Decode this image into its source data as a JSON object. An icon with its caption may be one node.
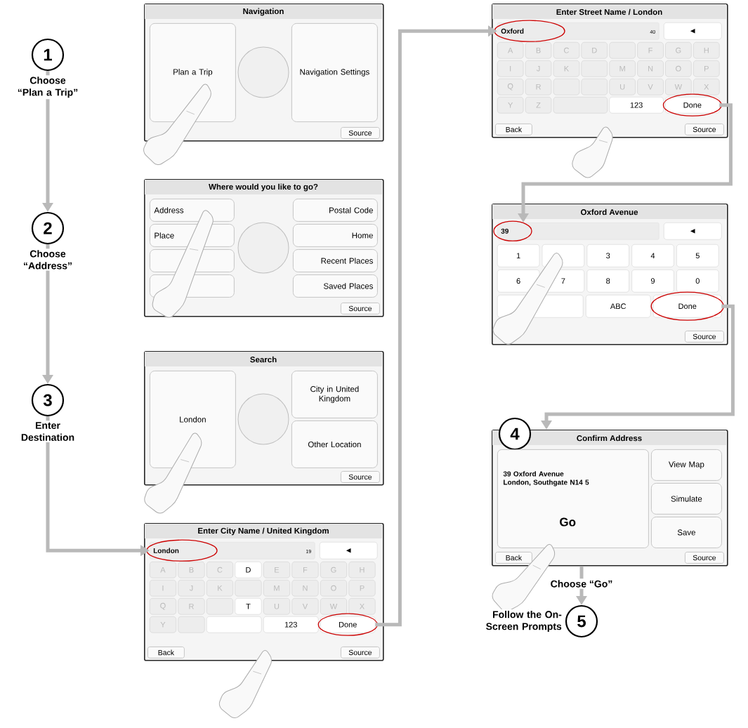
{
  "diagram": {
    "nodes": [
      {
        "text": [
          "1"
        ],
        "beside": [
          "Choose “Plan a Trip”"
        ]
      },
      {
        "text": [
          "2"
        ],
        "beside": [
          "Choose “Address”"
        ]
      },
      {
        "text": [
          "3"
        ],
        "beside": [
          "Enter Destination"
        ]
      },
      {
        "text": [
          "Navigation"
        ]
      },
      {
        "text": [
          "Plan a Trip"
        ],
        "in": 3
      },
      {
        "text": [
          "Navigation Settings"
        ],
        "in": 3
      },
      {
        "text": [
          "Source"
        ],
        "in": 3
      },
      {
        "text": [
          "Where would you like to go?"
        ]
      },
      {
        "text": [
          "Address"
        ],
        "in": 7
      },
      {
        "text": [
          "Postal Code"
        ],
        "in": 7
      },
      {
        "text": [
          "Place"
        ],
        "in": 7
      },
      {
        "text": [
          "Home"
        ],
        "in": 7
      },
      {
        "text": [],
        "shape": "box",
        "in": 7
      },
      {
        "text": [
          "Recent Places"
        ],
        "in": 7
      },
      {
        "text": [],
        "shape": "box",
        "in": 7
      },
      {
        "text": [
          "Saved Places"
        ],
        "in": 7
      },
      {
        "text": [
          "Source"
        ],
        "in": 7
      },
      {
        "text": [
          "Search"
        ]
      },
      {
        "text": [
          "London"
        ],
        "in": 17
      },
      {
        "text": [
          "City in United Kingdom"
        ],
        "in": 17
      },
      {
        "text": [
          "Other Location"
        ],
        "in": 17
      },
      {
        "text": [
          "Source"
        ],
        "in": 17
      },
      {
        "text": [
          "Enter City Name / United Kingdom"
        ]
      },
      {
        "text": [
          "London",
          "19"
        ],
        "in": 22
      },
      {
        "text": [
          "◄"
        ],
        "in": 22
      },
      {
        "text": [
          "A"
        ],
        "in": 22
      },
      {
        "text": [
          "B"
        ],
        "in": 22
      },
      {
        "text": [
          "C"
        ],
        "in": 22
      },
      {
        "text": [
          "D"
        ],
        "in": 22
      },
      {
        "text": [
          "E"
        ],
        "in": 22
      },
      {
        "text": [
          "F"
        ],
        "in": 22
      },
      {
        "text": [
          "G"
        ],
        "in": 22
      },
      {
        "text": [
          "H"
        ],
        "in": 22
      },
      {
        "text": [
          "I"
        ],
        "in": 22
      },
      {
        "text": [
          "J"
        ],
        "in": 22
      },
      {
        "text": [
          "K"
        ],
        "in": 22
      },
      {
        "text": [],
        "shape": "box",
        "in": 22
      },
      {
        "text": [
          "M"
        ],
        "in": 22
      },
      {
        "text": [
          "N"
        ],
        "in": 22
      },
      {
        "text": [
          "O"
        ],
        "in": 22
      },
      {
        "text": [
          "P"
        ],
        "in": 22
      },
      {
        "text": [
          "Q"
        ],
        "in": 22
      },
      {
        "text": [
          "R"
        ],
        "in": 22
      },
      {
        "text": [],
        "shape": "box",
        "in": 22
      },
      {
        "text": [
          "T"
        ],
        "in": 22
      },
      {
        "text": [
          "U"
        ],
        "in": 22
      },
      {
        "text": [
          "V"
        ],
        "in": 22
      },
      {
        "text": [
          "W"
        ],
        "in": 22
      },
      {
        "text": [
          "X"
        ],
        "in": 22
      },
      {
        "text": [
          "Y"
        ],
        "in": 22
      },
      {
        "text": [],
        "shape": "box",
        "in": 22
      },
      {
        "text": [],
        "shape": "box",
        "in": 22
      },
      {
        "text": [
          "123"
        ],
        "in": 22
      },
      {
        "text": [
          "Done"
        ],
        "in": 22
      },
      {
        "text": [
          "Back"
        ],
        "in": 22
      },
      {
        "text": [
          "Source"
        ],
        "in": 22
      },
      {
        "text": [
          "Enter Street Name / London"
        ]
      },
      {
        "text": [
          "Oxford",
          "40"
        ],
        "in": 56
      },
      {
        "text": [
          "◄"
        ],
        "in": 56
      },
      {
        "text": [
          "A"
        ],
        "in": 56
      },
      {
        "text": [
          "B"
        ],
        "in": 56
      },
      {
        "text": [
          "C"
        ],
        "in": 56
      },
      {
        "text": [
          "D"
        ],
        "in": 56
      },
      {
        "text": [],
        "shape": "box",
        "in": 56
      },
      {
        "text": [
          "F"
        ],
        "in": 56
      },
      {
        "text": [
          "G"
        ],
        "in": 56
      },
      {
        "text": [
          "H"
        ],
        "in": 56
      },
      {
        "text": [
          "I"
        ],
        "in": 56
      },
      {
        "text": [
          "J"
        ],
        "in": 56
      },
      {
        "text": [
          "K"
        ],
        "in": 56
      },
      {
        "text": [],
        "shape": "box",
        "in": 56
      },
      {
        "text": [
          "M"
        ],
        "in": 56
      },
      {
        "text": [
          "N"
        ],
        "in": 56
      },
      {
        "text": [
          "O"
        ],
        "in": 56
      },
      {
        "text": [
          "P"
        ],
        "in": 56
      },
      {
        "text": [
          "Q"
        ],
        "in": 56
      },
      {
        "text": [
          "R"
        ],
        "in": 56
      },
      {
        "text": [],
        "shape": "box",
        "in": 56
      },
      {
        "text": [],
        "shape": "box",
        "in": 56
      },
      {
        "text": [
          "U"
        ],
        "in": 56
      },
      {
        "text": [
          "V"
        ],
        "in": 56
      },
      {
        "text": [
          "W"
        ],
        "in": 56
      },
      {
        "text": [
          "X"
        ],
        "in": 56
      },
      {
        "text": [
          "Y"
        ],
        "in": 56
      },
      {
        "text": [
          "Z"
        ],
        "in": 56
      },
      {
        "text": [],
        "shape": "box",
        "in": 56
      },
      {
        "text": [
          "123"
        ],
        "in": 56
      },
      {
        "text": [
          "Done"
        ],
        "in": 56
      },
      {
        "text": [
          "Back"
        ],
        "in": 56
      },
      {
        "text": [
          "Source"
        ],
        "in": 56
      },
      {
        "text": [
          "Oxford Avenue"
        ]
      },
      {
        "text": [
          "39"
        ],
        "in": 90
      },
      {
        "text": [
          "◄"
        ],
        "in": 90
      },
      {
        "text": [
          "1"
        ],
        "in": 90
      },
      {
        "text": [],
        "shape": "box",
        "in": 90
      },
      {
        "text": [
          "3"
        ],
        "in": 90
      },
      {
        "text": [
          "4"
        ],
        "in": 90
      },
      {
        "text": [
          "5"
        ],
        "in": 90
      },
      {
        "text": [
          "6"
        ],
        "in": 90
      },
      {
        "text": [
          "7"
        ],
        "in": 90
      },
      {
        "text": [
          "8"
        ],
        "in": 90
      },
      {
        "text": [
          "9"
        ],
        "in": 90
      },
      {
        "text": [
          "0"
        ],
        "in": 90
      },
      {
        "text": [],
        "shape": "box",
        "in": 90
      },
      {
        "text": [
          "ABC"
        ],
        "in": 90
      },
      {
        "text": [
          "Done"
        ],
        "in": 90
      },
      {
        "text": [
          "Source"
        ],
        "in": 90
      },
      {
        "text": [
          "4"
        ]
      },
      {
        "text": [
          "Confirm Address"
        ]
      },
      {
        "text": [
          "39 Oxford Avenue",
          "London, Southgate N14 5",
          "Go"
        ],
        "in": 108
      },
      {
        "text": [
          "View Map"
        ],
        "in": 108
      },
      {
        "text": [
          "Simulate"
        ],
        "in": 108
      },
      {
        "text": [
          "Save"
        ],
        "in": 108
      },
      {
        "text": [
          "Back"
        ],
        "in": 108
      },
      {
        "text": [
          "Source"
        ],
        "in": 108
      },
      {
        "text": [
          "5"
        ],
        "beside": [
          "Follow the On-Screen Prompts"
        ]
      },
      {
        "text": [],
        "shape": "circle",
        "in": 3
      },
      {
        "text": [],
        "shape": "circle",
        "in": 7
      },
      {
        "text": [],
        "shape": "circle",
        "in": 17
      }
    ],
    "edges": [
      {
        "from": 0,
        "to": 1,
        "arrow": "to"
      },
      {
        "from": 1,
        "to": 2,
        "arrow": "to"
      },
      {
        "from": 2,
        "to": 23,
        "arrow": "to"
      },
      {
        "from": 53,
        "to": 57,
        "arrow": "to"
      },
      {
        "from": 87,
        "to": 91,
        "arrow": "to"
      },
      {
        "from": 105,
        "to": 108,
        "arrow": "to"
      },
      {
        "from": 108,
        "to": 115,
        "arrow": "to",
        "label": "Choose “Go”"
      }
    ]
  }
}
